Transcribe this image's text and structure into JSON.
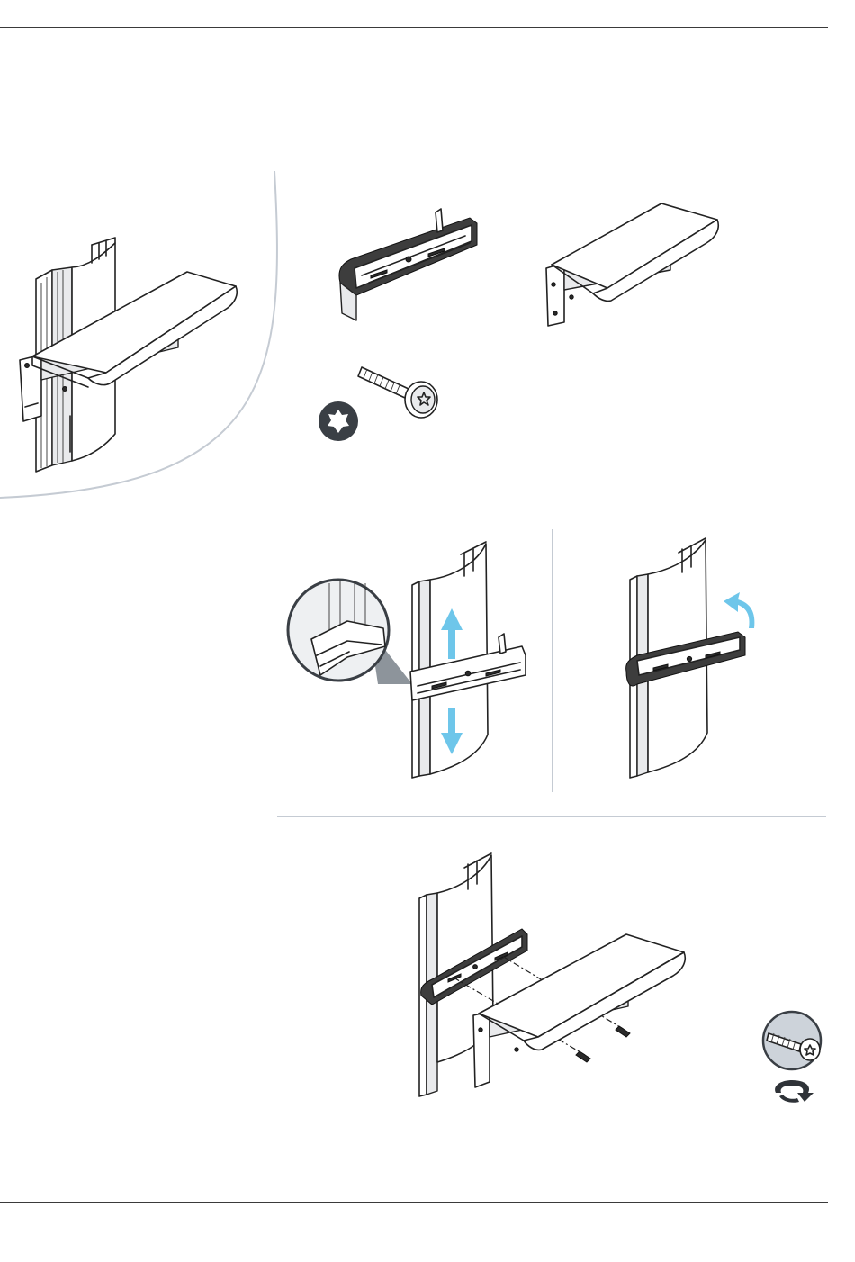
{
  "figure": {
    "steps": [
      {
        "id": "overview",
        "icons": []
      },
      {
        "id": "parts",
        "icons": [
          "torx-bit-icon",
          "screw-icon"
        ]
      },
      {
        "id": "slide-bracket",
        "icons": [
          "arrow-up-icon",
          "arrow-down-icon",
          "detail-magnifier"
        ]
      },
      {
        "id": "tilt-bracket",
        "icons": [
          "curved-arrow-icon"
        ]
      },
      {
        "id": "fasten-shelf",
        "icons": [
          "screw-badge-icon",
          "rotate-icon"
        ]
      }
    ],
    "colors": {
      "accent_arrow": "#6ec6ea",
      "separator": "#c5cbd3",
      "line": "#222222",
      "badge": "#3a3f45",
      "badge_light": "#cdd3da"
    }
  }
}
